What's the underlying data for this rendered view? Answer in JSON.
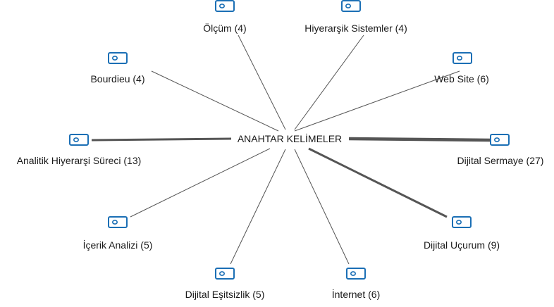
{
  "diagram": {
    "center_label": "ANAHTAR KELİMELER",
    "edge_color": "#555555",
    "icon_color": "#1b6fb5",
    "nodes": [
      {
        "label": "Ölçüm (4)",
        "weight": 4
      },
      {
        "label": "Hiyerarşik Sistemler (4)",
        "weight": 4
      },
      {
        "label": "Bourdieu (4)",
        "weight": 4
      },
      {
        "label": "Web Site (6)",
        "weight": 6
      },
      {
        "label": "Analitik Hiyerarşi Süreci (13)",
        "weight": 13
      },
      {
        "label": "Dijital Sermaye (27)",
        "weight": 27
      },
      {
        "label": "İçerik Analizi (5)",
        "weight": 5
      },
      {
        "label": "Dijital Uçurum (9)",
        "weight": 9
      },
      {
        "label": "Dijital Eşitsizlik (5)",
        "weight": 5
      },
      {
        "label": "İnternet (6)",
        "weight": 6
      }
    ]
  }
}
